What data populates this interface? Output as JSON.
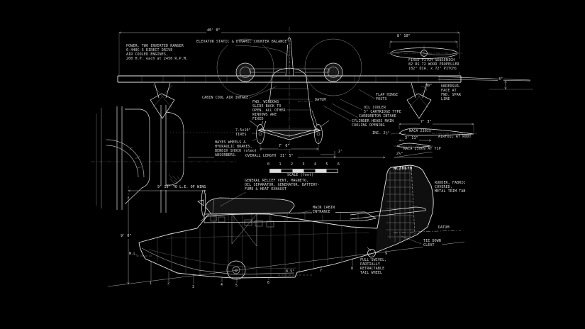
{
  "canvas": {
    "bg": "#000000",
    "ink": "#d9d9d9"
  },
  "front_view": {
    "span_dim": "40' 0\"",
    "power_note": "POWER, TWO INVERTED RANGER\n6-440C-5 DIRECT DRIVE\nAIR COOLED ENGINES,\n200 H.P. each at 2450 R.P.M.",
    "elevator_note": "ELEVATOR STATIC & DYNAMIC COUNTER BALANCE",
    "cabin_air_label": "CABIN COOL AIR INTAKE",
    "fwd_windows_note": "FWD. WINDOWS\nSLIDE BACK TO\nOPEN, ALL OTHER\nWINDOWS ARE\nFIXED",
    "datum_label": "DATUM",
    "flap_hinge_label": "FLAP HINGE\nPOSTS",
    "oil_cooler_label": "OIL COOLER\n5\" CARTRIDGE TYPE",
    "carburetor_label": "CARBURETOR INTAKE",
    "cylinder_label": "CYLINDER HEADS MAIN\nCOOLING OPENING",
    "float_angle": "90°",
    "tires_label": "7.5x10\"\nTIRES",
    "wheels_note": "HAYES WHEELS &\nHYDRAULIC BRAKES,\nBENDIX SHOCK (oleo)\nABSORBERS.",
    "gear_track_dim": "7' 6\"",
    "overall_length_label": "OVERALL LENGTH",
    "overall_length_value": "31' 5\"",
    "aft_dim": "2'"
  },
  "propeller_detail": {
    "span_dim": "8' 10\"",
    "note": "FIXED PITCH SENSENICH\n82 RS 72 WOOD PROPELLER\n(82\" DIA. x 72\" PITCH)"
  },
  "wing_details": {
    "undersurface_note": "UNDERSUR-\nFACE AT\nFWD. SPAR\nLINE",
    "undersurface_dim": "4\"",
    "root_chord_dim": "7' 3\"",
    "root_airfoil": "NACA 23015",
    "root_airfoil_note": "AIRFOIL AT ROOT",
    "incidence": "INC. 2½°",
    "tip_chord_dim": "3' 11\"",
    "tip_airfoil": "NACA 23009 AT TIP",
    "dihedral": "2½°"
  },
  "scale_bar": {
    "ticks": [
      "0",
      "1",
      "2",
      "3",
      "4",
      "5",
      "6"
    ],
    "caption": "SCALE (feet)"
  },
  "side_view": {
    "wing_le_dim": "9' 10\" TO L.E. OF WING",
    "height_dim": "9' 0\"",
    "waterline_label": "W.L.",
    "equipment_note": "GENERAL RELIEF VENT, MAGNETO,\nOIL SEPARATOR, GENERATOR, BATTERY-\nFUME & HEAT EXHAUST",
    "cabin_label": "MAIN CABIN\nENTRANCE",
    "registration": "NC28679",
    "rudder_note": "RUDDER, FABRIC\nCOVERED,\nMETAL TRIM TAB",
    "datum_label": "DATUM",
    "tie_down_label": "TIE DOWN\nCLEAT",
    "tail_wheel_note": "FULL SWIVEL,\nPARTIALLY\nRETRACTABLE\nTAIL WHEEL",
    "keel_angle": "8.5°",
    "stations": [
      "1",
      "2",
      "3",
      "4",
      "5",
      "6",
      "7",
      "8",
      "9"
    ]
  }
}
